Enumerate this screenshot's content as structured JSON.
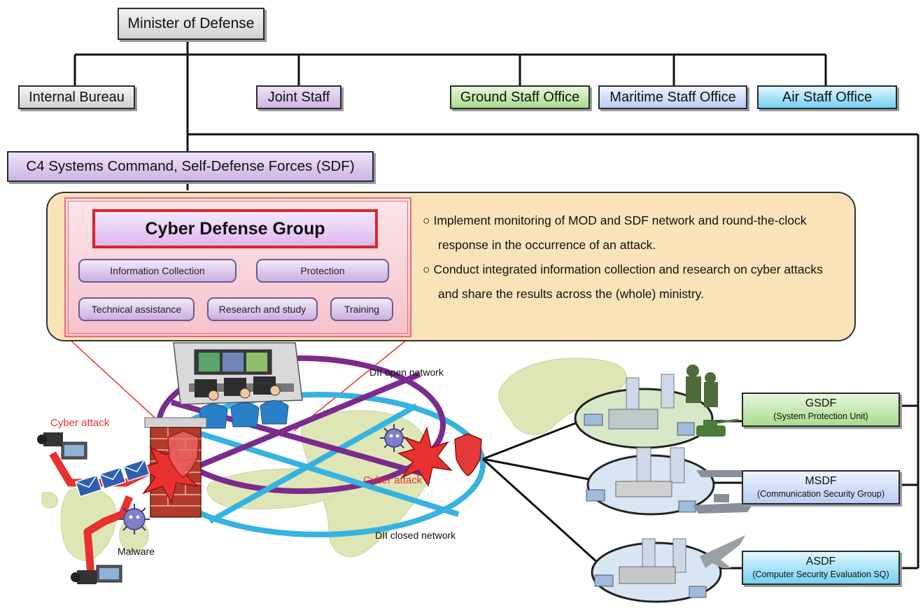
{
  "minister": "Minister of Defense",
  "staff_offices": [
    "Internal Bureau",
    "Joint Staff",
    "Ground Staff Office",
    "Maritime Staff Office",
    "Air Staff Office"
  ],
  "c4_command": "C4 Systems Command, Self-Defense Forces (SDF)",
  "cyber_defense_group": {
    "title": "Cyber Defense Group",
    "functions": [
      "Information Collection",
      "Protection",
      "Technical assistance",
      "Research and study",
      "Training"
    ]
  },
  "missions": [
    "Implement monitoring of MOD and SDF network and round-the-clock response in the occurrence of an attack.",
    "Conduct integrated information collection and research on cyber attacks and share the results across the (whole) ministry."
  ],
  "mission_bullet": "○",
  "network_labels": {
    "open": "DII open network",
    "closed": "DII closed network",
    "attack_left": "Cyber attack",
    "attack_center": "Cyber attack",
    "malware": "Malware"
  },
  "units": [
    {
      "name": "GSDF",
      "sub": "(System Protection Unit)"
    },
    {
      "name": "MSDF",
      "sub": "(Communication Security Group)"
    },
    {
      "name": "ASDF",
      "sub": "(Computer Security Evaluation SQ)"
    }
  ],
  "colors": {
    "attack_red": "#e8312f",
    "open_network": "#7b2b8c",
    "closed_network": "#36b3e0",
    "cdg_border": "#e02424"
  },
  "icons": [
    "operations-center-icon",
    "firewall-icon",
    "attacker-computer-icon",
    "email-icon",
    "virus-icon",
    "shield-icon",
    "server-icon",
    "soldier-icon",
    "tank-icon",
    "ship-icon",
    "fighter-jet-icon"
  ]
}
